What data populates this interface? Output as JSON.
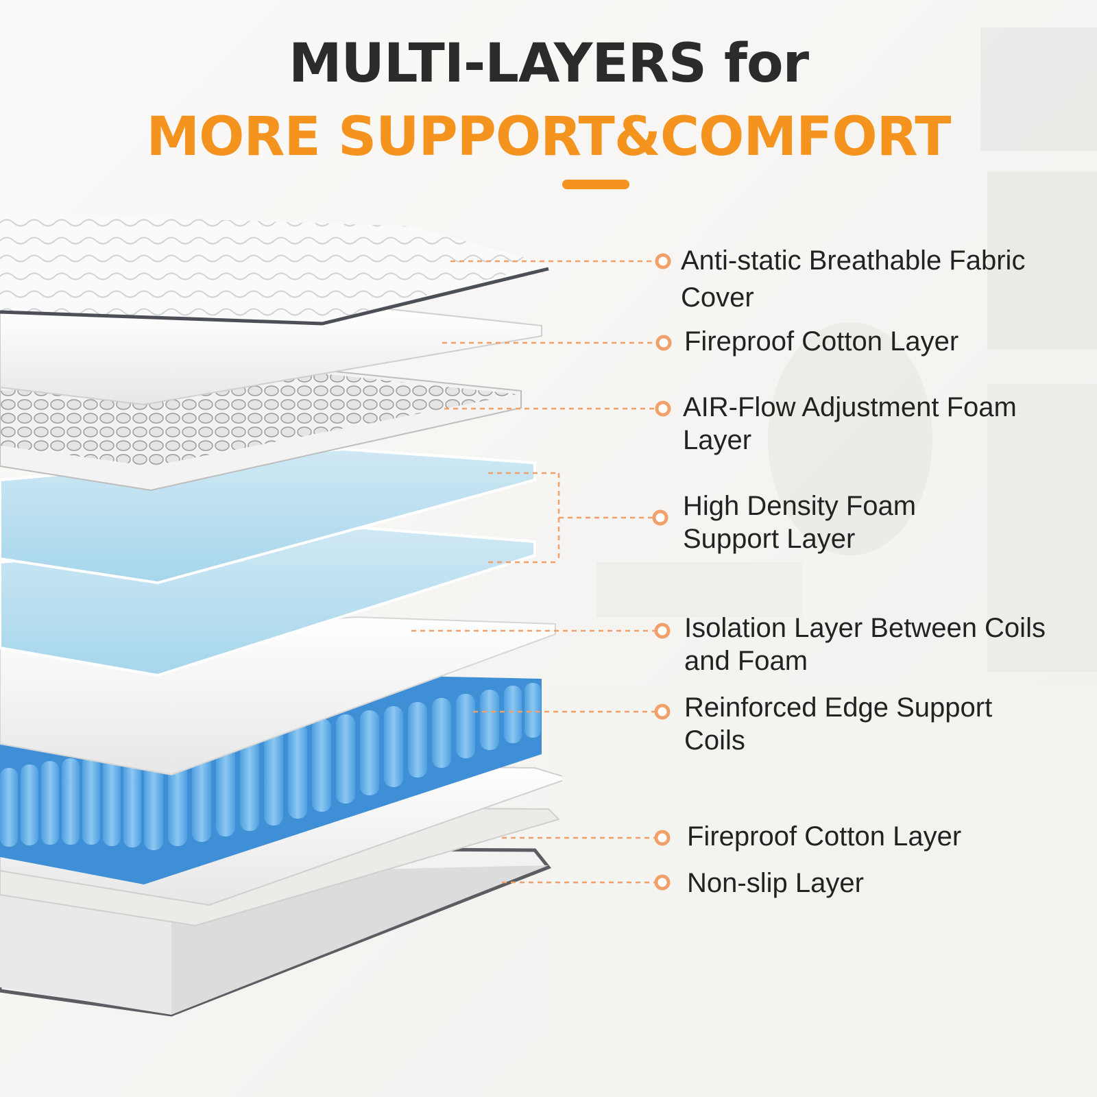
{
  "title": {
    "line1": "MULTI-LAYERS for",
    "line2": "MORE SUPPORT&COMFORT"
  },
  "accent_color": "#f5931f",
  "labels": [
    {
      "line1": "Anti-static Breathable Fabric",
      "line2": "Cover"
    },
    {
      "line1": "Fireproof Cotton Layer",
      "line2": ""
    },
    {
      "line1": "AIR-Flow Adjustment Foam",
      "line2": "Layer"
    },
    {
      "line1": "High Density Foam",
      "line2": "Support Layer"
    },
    {
      "line1": "Isolation Layer Between Coils",
      "line2": "and Foam"
    },
    {
      "line1": "Reinforced Edge Support",
      "line2": "Coils"
    },
    {
      "line1": "Fireproof Cotton Layer",
      "line2": ""
    },
    {
      "line1": "Non-slip Layer",
      "line2": ""
    }
  ]
}
